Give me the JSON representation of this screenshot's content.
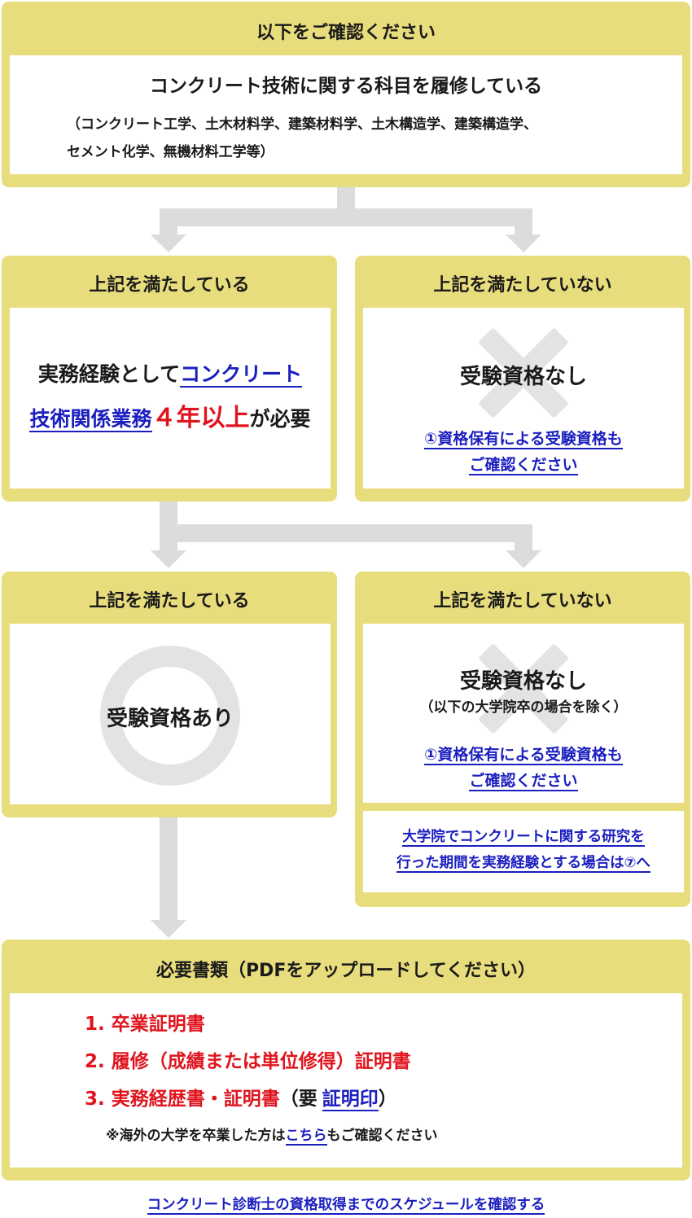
{
  "top": {
    "header": "以下をご確認ください",
    "condition": "コンクリート技術に関する科目を履修している",
    "subjects_line1": "（コンクリート工学、土木材料学、建築材料学、土木構造学、建築構造学、",
    "subjects_line2": "セメント化学、無機材料工学等）"
  },
  "row1": {
    "left": {
      "header": "上記を満たしている",
      "text_a": "実務経験として",
      "link_a": "コンクリート",
      "link_b": "技術関係業務",
      "red": "４年以上",
      "text_b": "が必要"
    },
    "right": {
      "header": "上記を満たしていない",
      "result": "受験資格なし",
      "link_line1": "①資格保有による受験資格も",
      "link_line2": "ご確認ください"
    }
  },
  "row2": {
    "left": {
      "header": "上記を満たしている",
      "result": "受験資格あり"
    },
    "right": {
      "header": "上記を満たしていない",
      "result": "受験資格なし",
      "note": "（以下の大学院卒の場合を除く）",
      "link_line1": "①資格保有による受験資格も",
      "link_line2": "ご確認ください",
      "grad_line1": "大学院でコンクリートに関する研究を",
      "grad_line2": "行った期間を実務経験とする場合は⑦へ"
    }
  },
  "docs": {
    "header": "必要書類（PDFをアップロードしてください）",
    "item1": "1. 卒業証明書",
    "item2": "2. 履修（成績または単位修得）証明書",
    "item3": "3. 実務経歴書・証明書",
    "item3_paren_open": "（要",
    "item3_link": "証明印",
    "item3_paren_close": "）",
    "overseas_pre": "※海外の大学を卒業した方は",
    "overseas_link": "こちら",
    "overseas_post": "もご確認ください"
  },
  "schedule_link": "コンクリート診断士の資格取得までのスケジュールを確認する",
  "colors": {
    "panel": "#e8dd7c",
    "link": "#1b1fbf",
    "red": "#e0141e",
    "connector": "#dcdcdc"
  }
}
